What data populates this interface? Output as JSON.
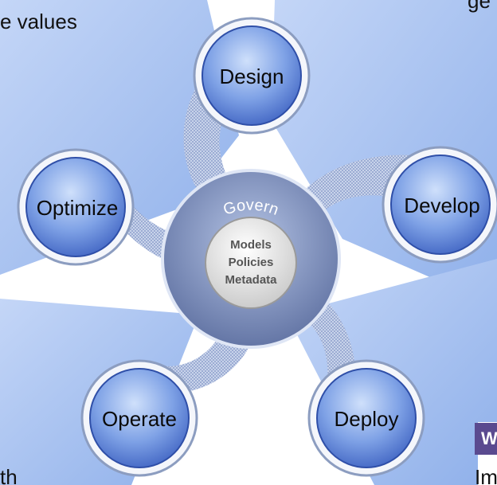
{
  "fragments": {
    "top_left": "e values",
    "top_right": "ge",
    "bottom_left": "th",
    "bottom_right": "Im",
    "badge": "W"
  },
  "diagram": {
    "govern": "Govern",
    "core_lines": [
      "Models",
      "Policies",
      "Metadata"
    ],
    "stages": [
      "Design",
      "Develop",
      "Deploy",
      "Operate",
      "Optimize"
    ]
  },
  "colors": {
    "background_panel": "#a9c4f2",
    "node_fill": "#5d7fd6",
    "ring_fill": "#7a8fbf",
    "core_fill": "#e6e6e6",
    "badge_fill": "#5a4a8f"
  }
}
